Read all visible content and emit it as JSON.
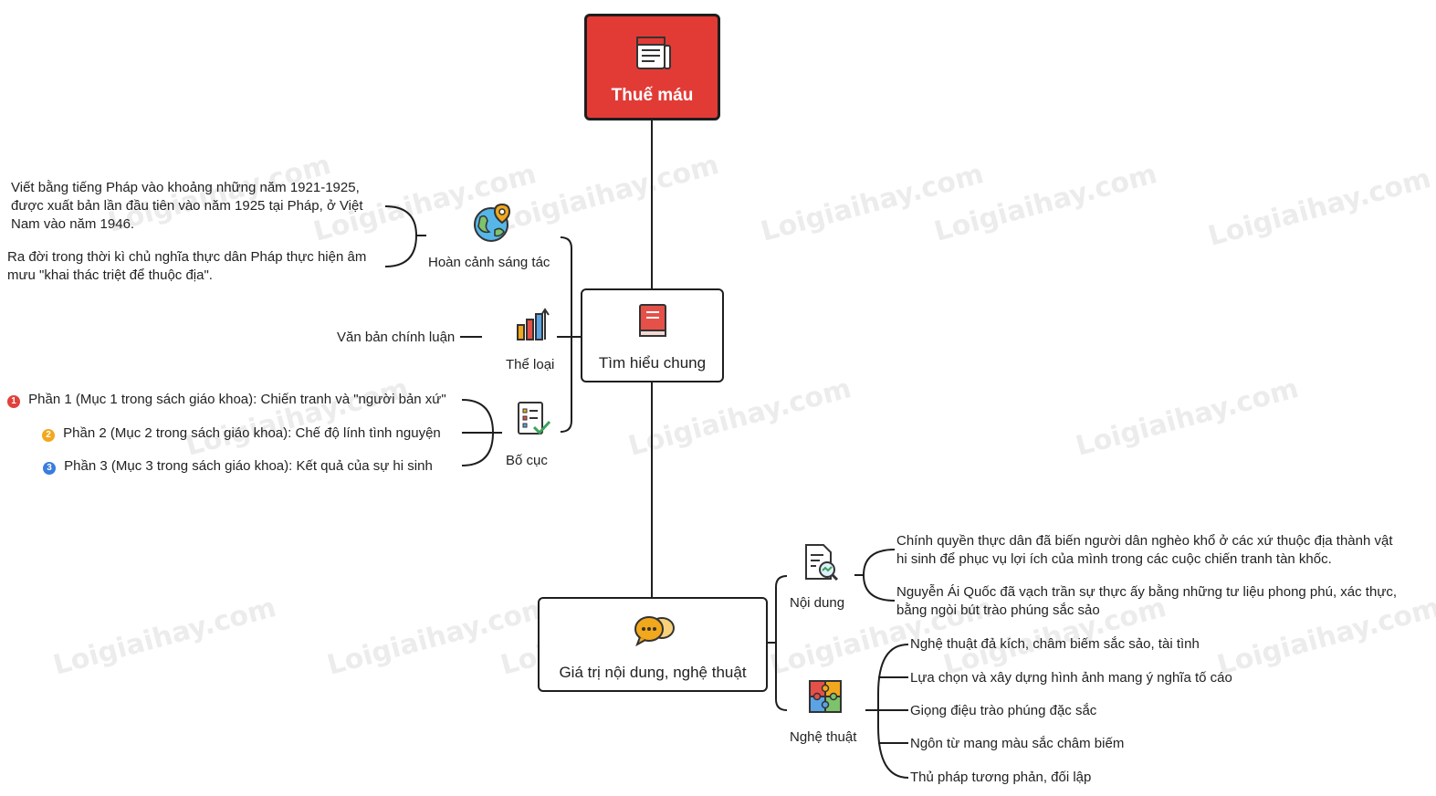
{
  "root": {
    "title": "Thuế máu",
    "icon": "newspaper-icon",
    "color": "#e23b36"
  },
  "general": {
    "title": "Tìm hiểu chung",
    "icon": "book-icon",
    "circumstance": {
      "label": "Hoàn cảnh sáng tác",
      "icon": "globe-pin-icon",
      "items": [
        "Viết bằng tiếng Pháp vào khoảng những năm 1921-1925, được xuất bản lần đầu tiên vào năm 1925 tại Pháp, ở Việt Nam vào năm 1946.",
        "Ra đời trong thời kì chủ nghĩa thực dân Pháp thực hiện âm mưu \"khai thác triệt để thuộc địa\"."
      ]
    },
    "genre": {
      "label": "Thể loại",
      "icon": "bar-chart-icon",
      "value": "Văn bản chính luận"
    },
    "layout": {
      "label": "Bố cục",
      "icon": "checklist-icon",
      "parts": [
        {
          "num": "1",
          "color": "#e0413a",
          "text": "Phần 1 (Mục 1 trong sách giáo khoa): Chiến tranh và \"người bản xứ\""
        },
        {
          "num": "2",
          "color": "#f2a81d",
          "text": "Phần 2 (Mục 2 trong sách giáo khoa): Chế độ lính tình nguyện"
        },
        {
          "num": "3",
          "color": "#3b7ddd",
          "text": "Phần 3 (Mục 3 trong sách giáo khoa): Kết quả của sự hi sinh"
        }
      ]
    }
  },
  "values": {
    "title": "Giá trị nội dung, nghệ thuật",
    "icon": "chat-bubbles-icon",
    "content": {
      "label": "Nội dung",
      "icon": "document-search-icon",
      "items": [
        "Chính quyền thực dân đã biến người dân nghèo khổ ở các xứ thuộc địa thành vật hi sinh để phục vụ lợi ích của mình trong các cuộc chiến tranh tàn khốc.",
        "Nguyễn Ái Quốc đã vạch trần sự thực ấy bằng những tư liệu phong phú, xác thực, bằng ngòi bút trào phúng sắc sảo"
      ]
    },
    "art": {
      "label": "Nghệ thuật",
      "icon": "puzzle-icon",
      "items": [
        "Nghệ thuật đả kích, châm biếm sắc sảo, tài tình",
        "Lựa chọn và xây dựng hình ảnh mang ý nghĩa tố cáo",
        "Giọng điệu trào phúng đặc sắc",
        "Ngôn từ mang màu sắc châm biếm",
        "Thủ pháp tương phản, đối lập"
      ]
    }
  },
  "watermark": "Loigiaihay.com"
}
